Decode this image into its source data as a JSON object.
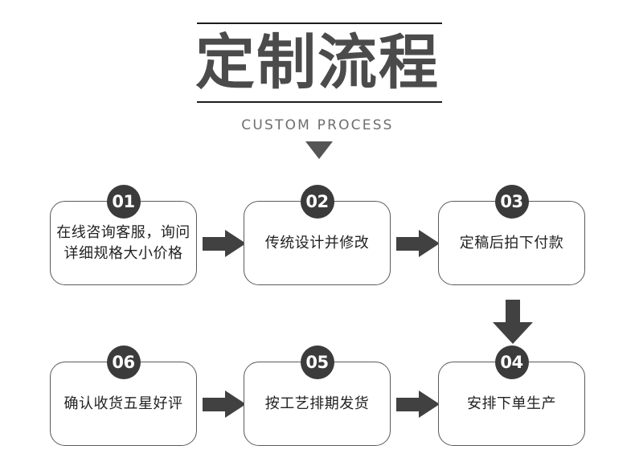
{
  "header": {
    "title": "定制流程",
    "subtitle": "CUSTOM PROCESS",
    "caret_icon": "triangle-down-icon",
    "rule_color": "#1d1d1d",
    "title_color": "#4b4b4b",
    "subtitle_color": "#6e6e6e"
  },
  "theme": {
    "background": "#ffffff",
    "badge_fill": "#3b3b3b",
    "badge_text": "#ffffff",
    "box_border": "#5a5a5a",
    "box_fill": "#ffffff",
    "box_text": "#222222",
    "arrow_fill": "#414141"
  },
  "flow": {
    "rows": [
      {
        "nodes": [
          {
            "number": "01",
            "text": "在线咨询客服，询问\n详细规格大小价格"
          },
          {
            "number": "02",
            "text": "传统设计并修改"
          },
          {
            "number": "03",
            "text": "定稿后拍下付款"
          }
        ],
        "arrows": [
          "arrow-right-icon",
          "arrow-right-icon"
        ]
      },
      {
        "nodes": [
          {
            "number": "06",
            "text": "确认收货五星好评"
          },
          {
            "number": "05",
            "text": "按工艺排期发货"
          },
          {
            "number": "04",
            "text": "安排下单生产"
          }
        ],
        "arrows": [
          "arrow-right-icon",
          "arrow-right-icon"
        ]
      }
    ],
    "vertical_arrow": "arrow-down-icon"
  }
}
